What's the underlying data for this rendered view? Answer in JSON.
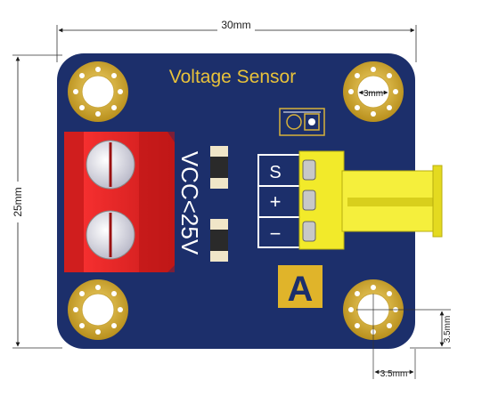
{
  "board": {
    "title": "Voltage Sensor",
    "vertical_text": "VCC<25V",
    "colors": {
      "pcb": "#1c2f6b",
      "pad": "#d8b23a",
      "terminal": "#e02222",
      "connector": "#f2ea2a",
      "silk": "#ffffff"
    }
  },
  "dimensions": {
    "width": "30mm",
    "height": "25mm",
    "hole_diameter": "3mm",
    "offset_x": "3.5mm",
    "offset_y": "3.5mm"
  },
  "pins": [
    {
      "label": "S"
    },
    {
      "label": "+"
    },
    {
      "label": "−"
    }
  ],
  "badge": {
    "letter": "A"
  }
}
